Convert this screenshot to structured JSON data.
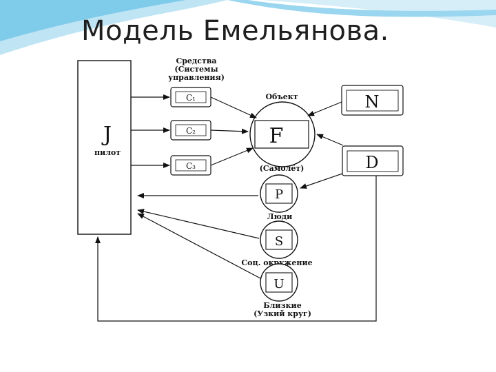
{
  "slide": {
    "title": "Модель Емельянова."
  },
  "diagram": {
    "pilot": {
      "letter": "J",
      "label": "пилот"
    },
    "means_label": [
      "Средства",
      "(Системы",
      "управления)"
    ],
    "means_boxes": [
      "C₁",
      "C₂",
      "C₃"
    ],
    "object": {
      "label": "Объект",
      "letter": "F",
      "caption": "(Самолёт)"
    },
    "n_box": "N",
    "d_box": "D",
    "people": {
      "letter": "P",
      "label": "Люди"
    },
    "social": {
      "letter": "S",
      "label": "Соц. окружение"
    },
    "close": {
      "letter": "U",
      "label": [
        "Близкие",
        "(Узкий круг)"
      ]
    }
  },
  "colors": {
    "accent": "#2aa0d8",
    "accent_light": "#bfe5f5",
    "line": "#111111"
  }
}
